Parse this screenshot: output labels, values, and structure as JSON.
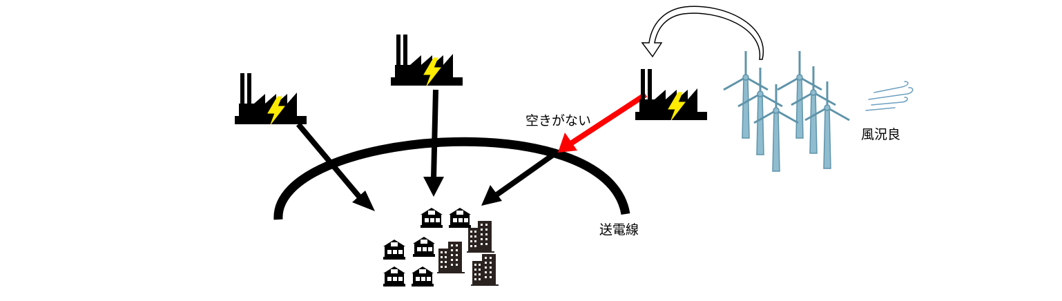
{
  "labels": {
    "no_capacity": "空きがない",
    "transmission_line": "送電線",
    "good_wind": "風況良"
  },
  "colors": {
    "black": "#000000",
    "blocked_arrow": "#ff0000",
    "bolt": "#ffeb00",
    "turbine": "#8fbccf",
    "turbine_dark": "#5f94aa",
    "wind": "#6d9fc0",
    "building": "#2b2320"
  },
  "icons": {
    "factory": "factory-icon",
    "lightning": "lightning-bolt-icon",
    "wind_turbine": "wind-turbine-icon",
    "wind": "wind-gust-icon",
    "house": "house-icon",
    "building": "apartment-building-icon",
    "relocate": "curved-relocate-arrow-icon"
  }
}
